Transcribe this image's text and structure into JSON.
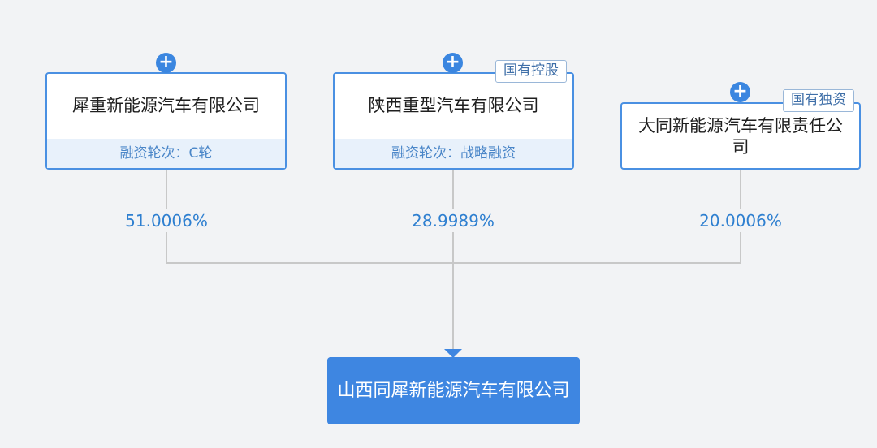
{
  "shareholders": [
    {
      "name": "犀重新能源汽车有限公司",
      "info": "融资轮次：C轮",
      "tag": "",
      "percent": "51.0006%"
    },
    {
      "name": "陕西重型汽车有限公司",
      "info": "融资轮次：战略融资",
      "tag": "国有控股",
      "percent": "28.9989%"
    },
    {
      "name_line1": "大同新能源汽车有限责任公",
      "name_line2": "司",
      "tag": "国有独资",
      "percent": "20.0006%"
    }
  ],
  "target": {
    "name": "山西同犀新能源汽车有限公司"
  },
  "icons": {
    "expand": "plus-circle-icon",
    "arrow": "arrow-down-icon"
  },
  "colors": {
    "primary": "#3e86e1",
    "border": "#4a90e2",
    "percent": "#2e7fd0",
    "line": "#c8c8c8"
  }
}
